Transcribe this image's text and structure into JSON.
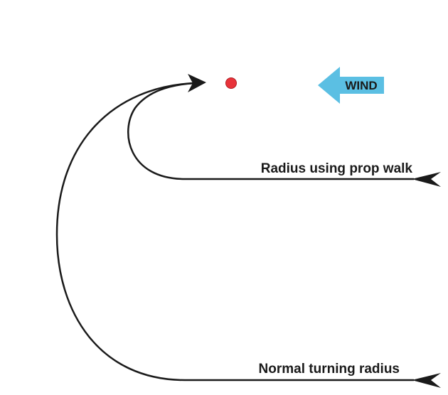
{
  "labels": {
    "wind": "WIND",
    "prop_walk": "Radius using prop walk",
    "normal": "Normal turning radius"
  },
  "colors": {
    "line": "#1a1a1a",
    "target_dot": "#e8333a",
    "wind_arrow": "#5bbfe3",
    "label": "#1a1a1a"
  },
  "icons": {
    "target": "red-dot-icon",
    "wind": "arrow-left-icon",
    "boat_start": "boat-arrow-tail-icon",
    "arrowhead": "arrowhead-icon"
  }
}
